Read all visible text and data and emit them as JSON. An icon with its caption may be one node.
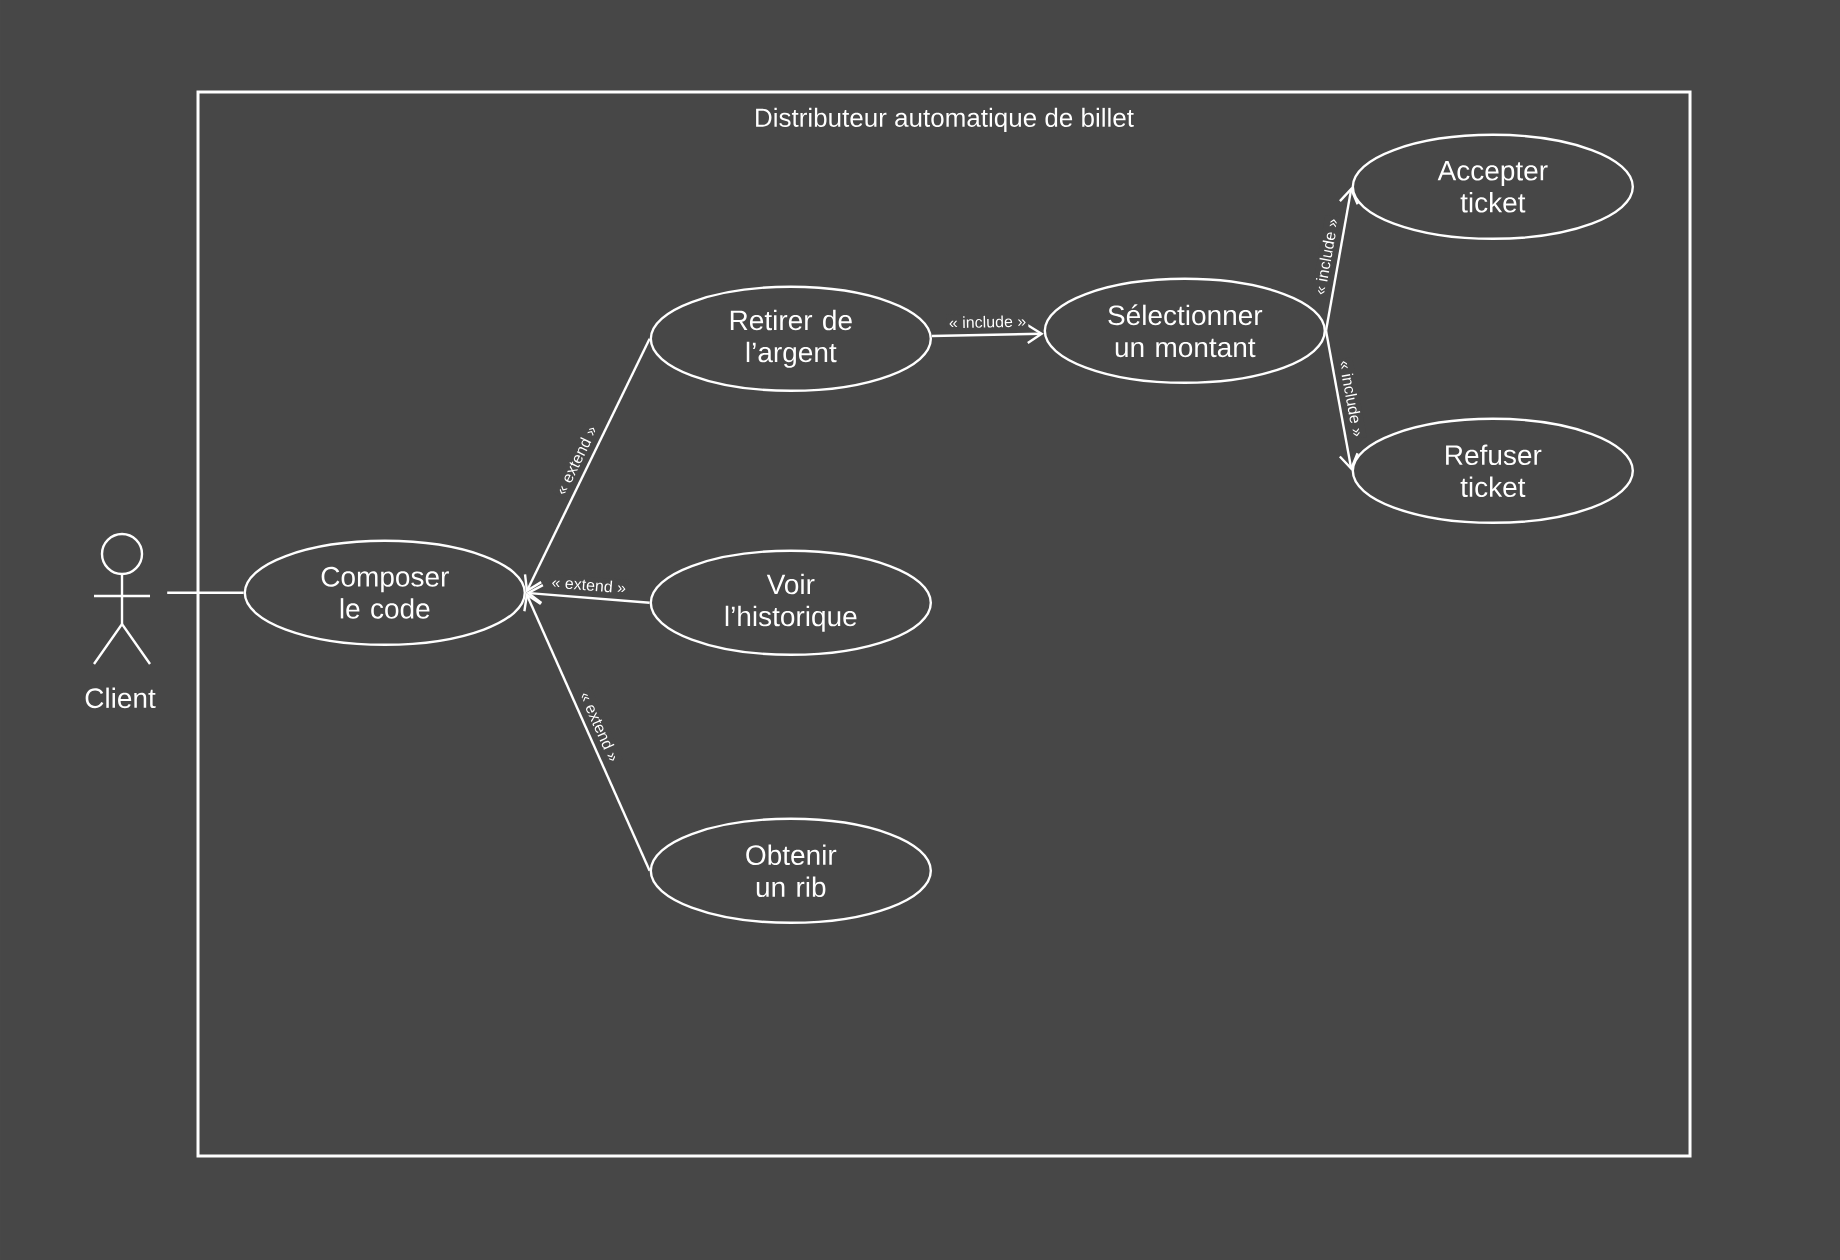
{
  "diagram": {
    "nodes": [
      {
        "text": [
          "Distributeur automatique de billet"
        ]
      },
      {
        "text": [
          "Client"
        ]
      },
      {
        "text": [
          "Composer le code"
        ],
        "in": 0
      },
      {
        "text": [
          "Retirer de l’argent"
        ],
        "in": 0
      },
      {
        "text": [
          "Voir l’historique"
        ],
        "in": 0
      },
      {
        "text": [
          "Obtenir un rib"
        ],
        "in": 0
      },
      {
        "text": [
          "Sélectionner un montant"
        ],
        "in": 0
      },
      {
        "text": [
          "Accepter ticket"
        ],
        "in": 0
      },
      {
        "text": [
          "Refuser ticket"
        ],
        "in": 0
      }
    ],
    "edges": [
      {
        "from": 1,
        "to": 2,
        "arrow": "none"
      },
      {
        "from": 3,
        "to": 2,
        "arrow": "to",
        "label": "« extend »"
      },
      {
        "from": 4,
        "to": 2,
        "arrow": "to",
        "label": "« extend »"
      },
      {
        "from": 5,
        "to": 2,
        "arrow": "to",
        "label": "« extend »"
      },
      {
        "from": 3,
        "to": 6,
        "arrow": "to",
        "label": "« include »"
      },
      {
        "from": 6,
        "to": 7,
        "arrow": "to",
        "label": "« include »"
      },
      {
        "from": 6,
        "to": 8,
        "arrow": "to",
        "label": "« include »"
      }
    ]
  }
}
